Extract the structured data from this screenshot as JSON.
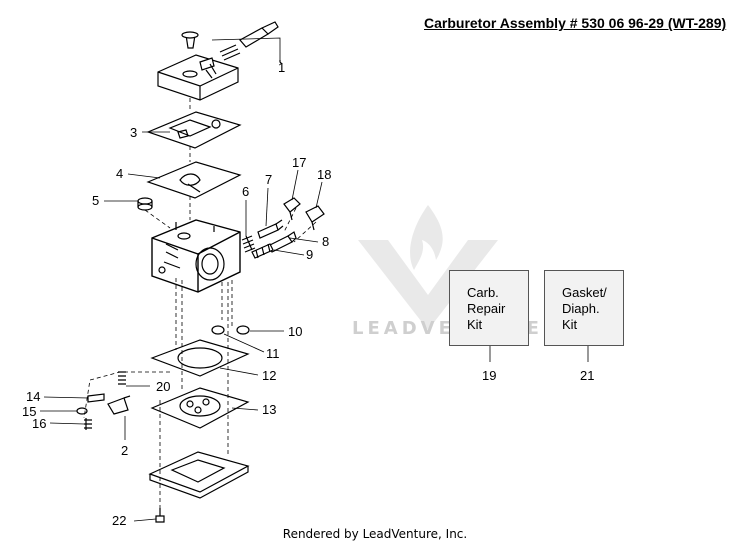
{
  "title": "Carburetor Assembly # 530 06 96-29 (WT-289)",
  "watermark": {
    "text": "LEADVENTURE"
  },
  "kits": [
    {
      "lines": [
        "Carb.",
        "Repair",
        "Kit"
      ],
      "ref": "19"
    },
    {
      "lines": [
        "Gasket/",
        "Diaph.",
        "Kit"
      ],
      "ref": "21"
    }
  ],
  "callouts": [
    "1",
    "3",
    "4",
    "5",
    "6",
    "7",
    "17",
    "18",
    "8",
    "9",
    "10",
    "11",
    "12",
    "13",
    "20",
    "14",
    "15",
    "16",
    "2",
    "22"
  ],
  "footer": "Rendered by LeadVenture, Inc."
}
